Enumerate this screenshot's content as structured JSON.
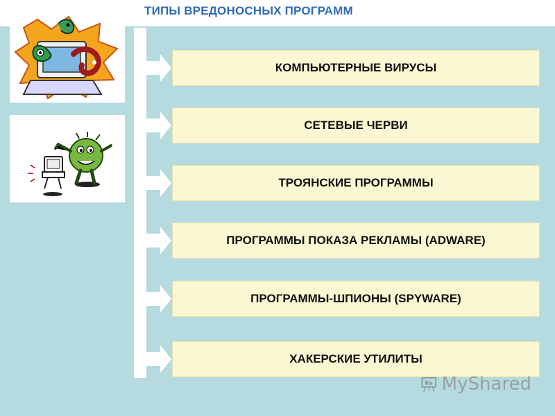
{
  "title": "ТИПЫ ВРЕДОНОСНЫХ ПРОГРАММ",
  "items": [
    {
      "label": "КОМПЬЮТЕРНЫЕ ВИРУСЫ"
    },
    {
      "label": "СЕТЕВЫЕ ЧЕРВИ"
    },
    {
      "label": "ТРОЯНСКИЕ ПРОГРАММЫ"
    },
    {
      "label": "ПРОГРАММЫ ПОКАЗА РЕКЛАМЫ (ADWARE)"
    },
    {
      "label": "ПРОГРАММЫ-ШПИОНЫ (SPYWARE)"
    },
    {
      "label": "ХАКЕРСКИЕ УТИЛИТЫ"
    }
  ],
  "watermark": "MyShared",
  "colors": {
    "title": "#2e6bb8",
    "background_panel": "#b5dbe0",
    "box_fill": "#fbf7d2"
  }
}
